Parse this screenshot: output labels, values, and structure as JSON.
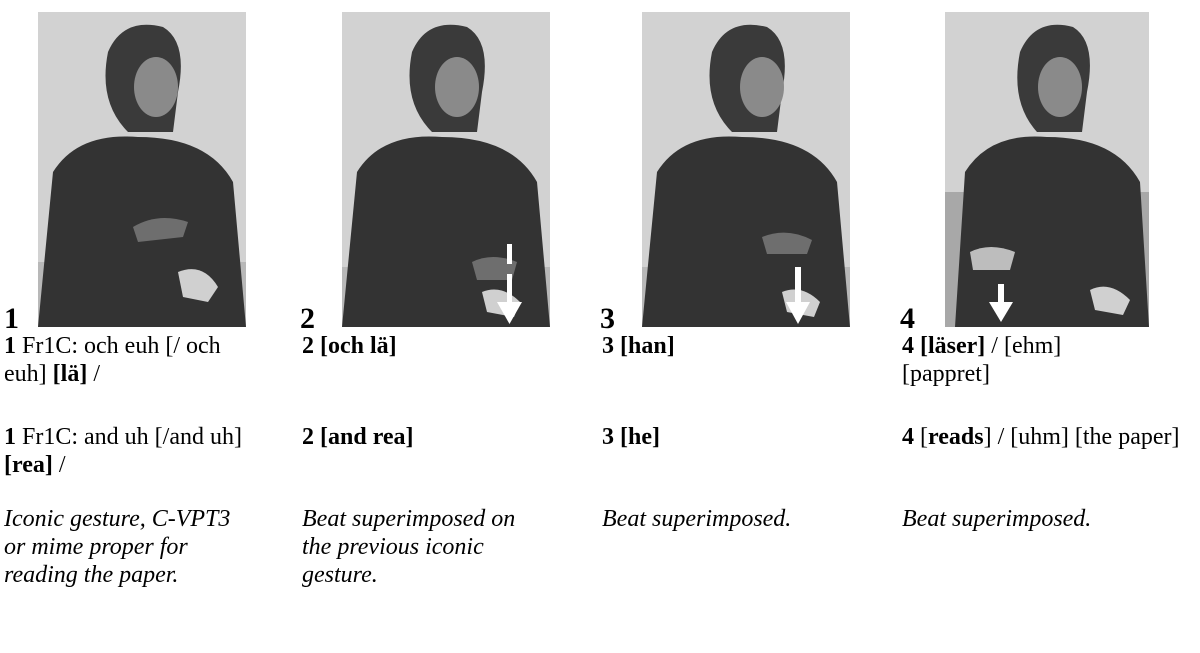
{
  "panels": [
    {
      "number": "1",
      "sv": {
        "num": "1",
        "speaker": "Fr1C:",
        "pre": "och euh [/ och euh]",
        "bold": "[lä]",
        "post": "/"
      },
      "en": {
        "num": "1",
        "speaker": "Fr1C:",
        "pre": "and uh [/and uh]",
        "bold": "[rea]",
        "post": "/"
      },
      "comment": {
        "a": "Iconic gesture,",
        "b": "C-VPT3",
        "c": "or mime proper for reading the paper."
      }
    },
    {
      "number": "2",
      "sv": "2 [och lä]",
      "en": "2 [and rea]",
      "comment": "Beat superimposed on the previous iconic gesture."
    },
    {
      "number": "3",
      "sv": "3 [han]",
      "en": "3 [he]",
      "comment": "Beat superimposed."
    },
    {
      "number": "4",
      "sv": {
        "num": "4",
        "bold": "[läser]",
        "rest": "/ [ehm] [pappret]"
      },
      "en": {
        "num": "4",
        "b1": "[",
        "bold": "reads",
        "b2": "]",
        "rest": "/ [uhm] [the paper]"
      },
      "comment": "Beat superimposed."
    }
  ],
  "icons": {
    "arrow": "down-arrow-icon",
    "photo": "gesture-photo"
  },
  "colors": {
    "text": "#000000",
    "background": "#ffffff",
    "photo_dark": "#3a3a3a",
    "photo_light": "#d8d8d8",
    "arrow": "#ffffff"
  }
}
